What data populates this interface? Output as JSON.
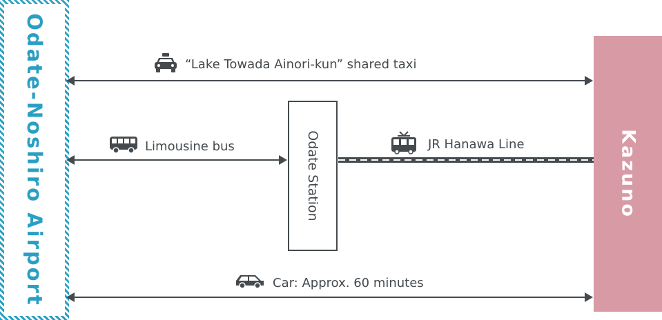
{
  "nodes": {
    "airport": "Odate-Noshiro Airport",
    "station": "Odate Station",
    "destination": "Kazuno"
  },
  "routes": {
    "taxi": {
      "label": "“Lake Towada Ainori-kun” shared taxi",
      "icon": "taxi-icon"
    },
    "bus": {
      "label": "Limousine bus",
      "icon": "bus-icon"
    },
    "train": {
      "label": "JR Hanawa Line",
      "icon": "train-icon"
    },
    "car": {
      "label": "Car: Approx. 60 minutes",
      "icon": "car-icon"
    }
  },
  "colors": {
    "airport": "#2a9fc3",
    "destination": "#d89aa5",
    "line": "#444a4e"
  }
}
